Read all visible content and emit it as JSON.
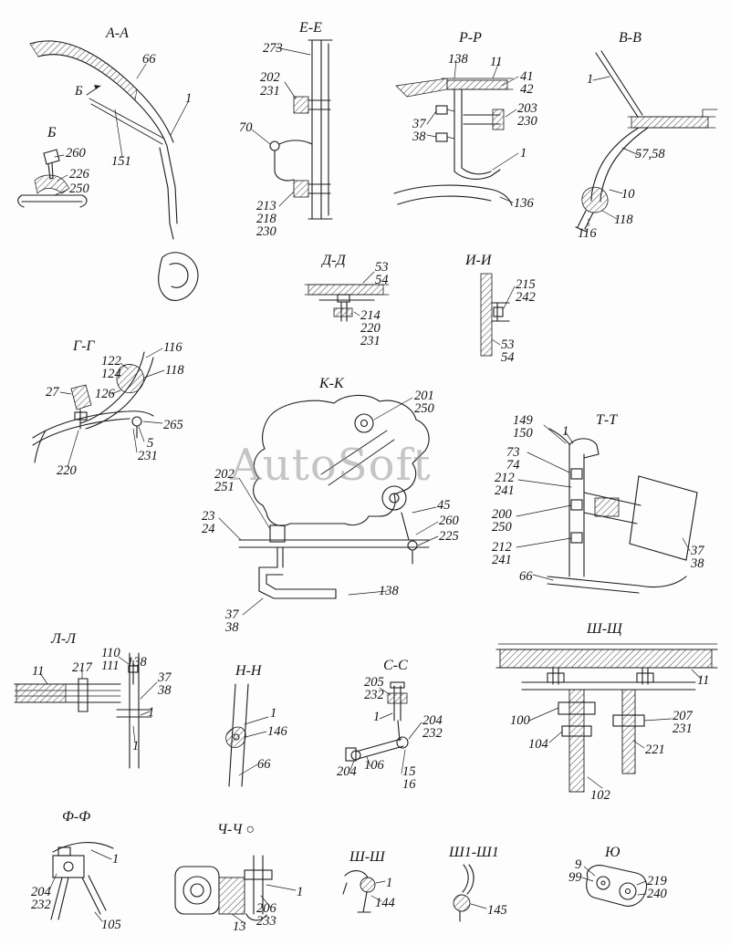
{
  "watermark": "AutoSoft",
  "views": {
    "aa": {
      "label": "А-А",
      "callouts": [
        "66",
        "Б",
        "1",
        "151"
      ]
    },
    "b": {
      "label": "Б",
      "callouts": [
        "260",
        "226",
        "250"
      ]
    },
    "ee": {
      "label": "Е-Е",
      "callouts": [
        "273",
        "202",
        "231",
        "70",
        "213",
        "218",
        "230"
      ]
    },
    "rr": {
      "label": "Р-Р",
      "callouts": [
        "138",
        "11",
        "41",
        "42",
        "203",
        "230",
        "37",
        "38",
        "1",
        "136"
      ]
    },
    "vv": {
      "label": "В-В",
      "callouts": [
        "1",
        "57,58",
        "10",
        "118",
        "116"
      ]
    },
    "dd": {
      "label": "Д-Д",
      "callouts": [
        "53",
        "54",
        "214",
        "220",
        "231"
      ]
    },
    "ii": {
      "label": "И-И",
      "callouts": [
        "215",
        "242",
        "53",
        "54"
      ]
    },
    "gg": {
      "label": "Г-Г",
      "callouts": [
        "116",
        "122",
        "124",
        "118",
        "27",
        "126",
        "265",
        "5",
        "231",
        "220"
      ]
    },
    "kk": {
      "label": "К-К",
      "callouts": [
        "201",
        "250",
        "202",
        "251",
        "23",
        "24",
        "45",
        "260",
        "225",
        "138",
        "37",
        "38"
      ]
    },
    "tt": {
      "label": "Т-Т",
      "callouts": [
        "149",
        "150",
        "1",
        "73",
        "74",
        "212",
        "241",
        "200",
        "250",
        "212",
        "241",
        "66",
        "37",
        "38"
      ]
    },
    "ll": {
      "label": "Л-Л",
      "callouts": [
        "110",
        "111",
        "11",
        "217",
        "138",
        "37",
        "38",
        "1",
        "1"
      ]
    },
    "nn": {
      "label": "Н-Н",
      "callouts": [
        "1",
        "146",
        "66"
      ]
    },
    "ss": {
      "label": "С-С",
      "callouts": [
        "205",
        "232",
        "1",
        "204",
        "232",
        "204",
        "106",
        "15",
        "16"
      ]
    },
    "shsch": {
      "label": "Ш-Щ",
      "callouts": [
        "11",
        "100",
        "207",
        "231",
        "104",
        "221",
        "102"
      ]
    },
    "ff": {
      "label": "Ф-Ф",
      "callouts": [
        "1",
        "204",
        "232",
        "105"
      ]
    },
    "chch": {
      "label": "Ч-Ч ○",
      "callouts": [
        "1",
        "206",
        "233",
        "13"
      ]
    },
    "shsh": {
      "label": "Ш-Ш",
      "callouts": [
        "1",
        "144"
      ]
    },
    "sh1": {
      "label": "Ш1-Ш1",
      "callouts": [
        "145"
      ]
    },
    "yu": {
      "label": "Ю",
      "callouts": [
        "9",
        "99",
        "219",
        "240"
      ]
    }
  }
}
